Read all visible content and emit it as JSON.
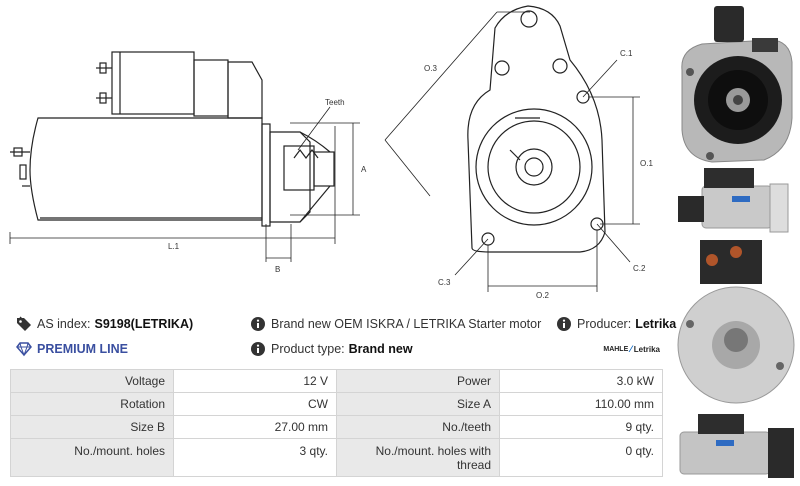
{
  "drawing": {
    "label_teeth": "Teeth",
    "label_a": "A",
    "label_b": "B",
    "label_l1": "L.1",
    "label_o1": "O.1",
    "label_o2": "O.2",
    "label_o3": "O.3",
    "label_c1": "C.1",
    "label_c2": "C.2",
    "label_c3": "C.3"
  },
  "info": {
    "as_index_label": "AS index:",
    "as_index_value": "S9198(LETRIKA)",
    "brand_text": "Brand new OEM ISKRA / LETRIKA Starter motor",
    "producer_label": "Producer:",
    "producer_value": "Letrika",
    "premium_label": "PREMIUM LINE",
    "product_type_label": "Product type:",
    "product_type_value": "Brand new",
    "logo_mahle": "MAHLE",
    "logo_letrika": "Letrika",
    "premium_color": "#3a4fa0"
  },
  "specs": [
    {
      "label": "Voltage",
      "value": "12 V",
      "label2": "Power",
      "value2": "3.0 kW"
    },
    {
      "label": "Rotation",
      "value": "CW",
      "label2": "Size A",
      "value2": "110.00 mm"
    },
    {
      "label": "Size B",
      "value": "27.00 mm",
      "label2": "No./teeth",
      "value2": "9 qty."
    },
    {
      "label": "No./mount. holes",
      "value": "3 qty.",
      "label2": "No./mount. holes with thread",
      "value2": "0 qty."
    }
  ]
}
